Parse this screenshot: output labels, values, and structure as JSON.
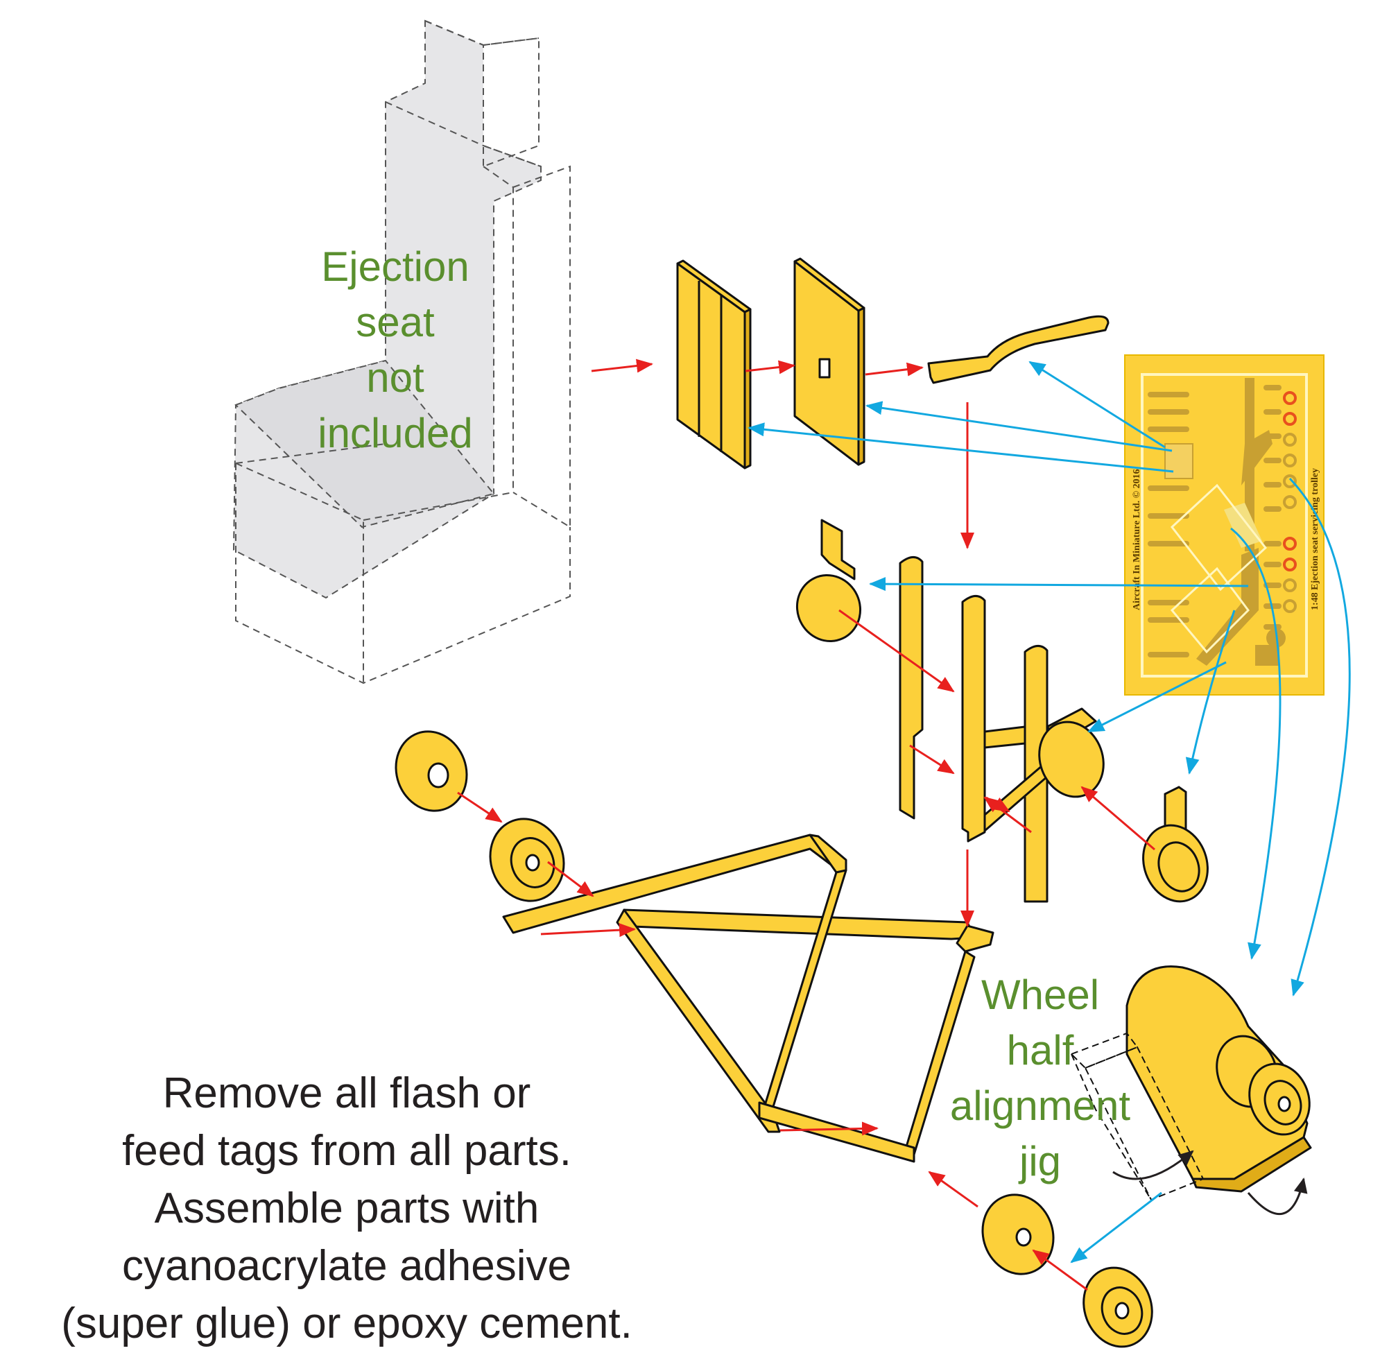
{
  "seat_note": [
    "Ejection",
    "seat",
    "not",
    "included"
  ],
  "jig_label": [
    "Wheel",
    "half",
    "alignment",
    "jig"
  ],
  "instructions": [
    "Remove all flash or",
    "feed  tags from all parts.",
    "Assemble parts with",
    "cyanoacrylate adhesive",
    "(super glue) or epoxy cement."
  ],
  "fret": {
    "left_text": "Aircraft In Miniature Ltd. © 2016",
    "right_text": "1:48 Ejection seat servicing trolley"
  },
  "colors": {
    "part_fill": "#fcd03a",
    "fret_fill": "#fcd03a",
    "fret_parts": "#c8a032",
    "red_arrow": "#e8201e",
    "blue_arrow": "#12a8e0",
    "label_green": "#5a8f2e",
    "seat_fill": "#e6e6e8"
  }
}
